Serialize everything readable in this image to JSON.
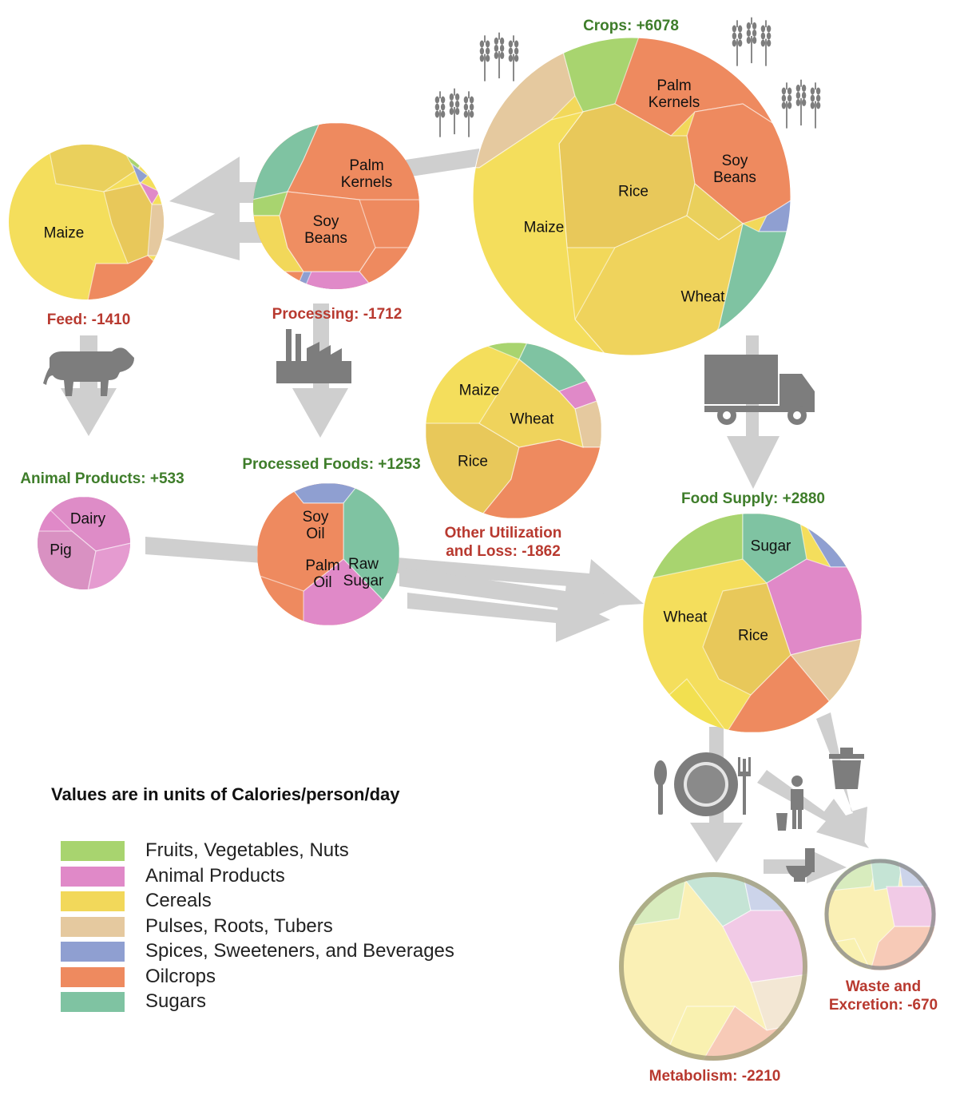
{
  "colors": {
    "fruits_vegetables_nuts": "#a8d46f",
    "animal_products": "#e089c8",
    "cereals": "#f2d85a",
    "pulses_roots_tubers": "#e5c99f",
    "spices_sweeteners_beverages": "#8f9fd1",
    "oilcrops": "#ee8a5f",
    "sugars": "#7fc3a2",
    "arrow": "#cfcfcf",
    "icon": "#7d7d7d",
    "positive_text": "#3e7d2a",
    "negative_text": "#b8392f"
  },
  "nodes": {
    "crops": {
      "label": "Crops:  +6078",
      "labels": [
        "Palm\nKernels",
        "Soy\nBeans",
        "Rice",
        "Maize",
        "Wheat"
      ]
    },
    "feed": {
      "label": "Feed: -1410",
      "labels": [
        "Maize"
      ]
    },
    "processing": {
      "label": "Processing: -1712",
      "labels": [
        "Palm\nKernels",
        "Soy\nBeans"
      ]
    },
    "animal_products": {
      "label": "Animal Products: +533",
      "labels": [
        "Dairy",
        "Pig"
      ]
    },
    "processed_foods": {
      "label": "Processed Foods: +1253",
      "labels": [
        "Soy\nOil",
        "Palm\nOil",
        "Raw\nSugar"
      ]
    },
    "other_utilization": {
      "label": "Other Utilization\nand Loss: -1862",
      "labels": [
        "Maize",
        "Wheat",
        "Rice"
      ]
    },
    "food_supply": {
      "label": "Food Supply: +2880",
      "labels": [
        "Sugar",
        "Wheat",
        "Rice"
      ]
    },
    "metabolism": {
      "label": "Metabolism:  -2210"
    },
    "waste": {
      "label": "Waste and\nExcretion:  -670"
    }
  },
  "icons": [
    "wheat-icon",
    "cow-icon",
    "factory-icon",
    "truck-icon",
    "plate-icon",
    "trash-icon",
    "person-litter-icon",
    "toilet-icon"
  ],
  "legend": {
    "title": "Values are in units of Calories/person/day",
    "items": [
      {
        "label": "Fruits, Vegetables, Nuts",
        "color": "#a8d46f"
      },
      {
        "label": "Animal Products",
        "color": "#e089c8"
      },
      {
        "label": "Cereals",
        "color": "#f2d85a"
      },
      {
        "label": "Pulses, Roots, Tubers",
        "color": "#e5c99f"
      },
      {
        "label": "Spices, Sweeteners, and Beverages",
        "color": "#8f9fd1"
      },
      {
        "label": "Oilcrops",
        "color": "#ee8a5f"
      },
      {
        "label": "Sugars",
        "color": "#7fc3a2"
      }
    ]
  }
}
